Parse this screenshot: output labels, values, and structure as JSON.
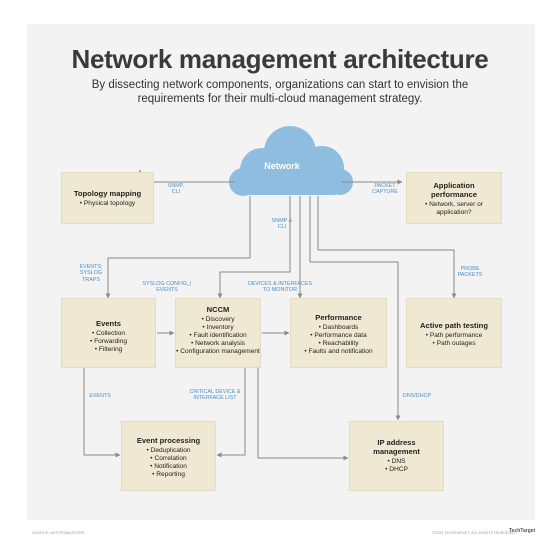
{
  "title": "Network management architecture",
  "subtitle": "By dissecting network components, organizations can start to envision the requirements for their multi-cloud management strategy.",
  "cloud": {
    "label": "Network"
  },
  "boxes": {
    "topology": {
      "title": "Topology mapping",
      "items": [
        "Physical topology"
      ]
    },
    "application": {
      "title": "Application performance",
      "items": [
        "Network, server or application?"
      ]
    },
    "events": {
      "title": "Events",
      "items": [
        "Collection",
        "Forwarding",
        "Filtering"
      ]
    },
    "nccm": {
      "title": "NCCM",
      "items": [
        "Discovery",
        "Inventory",
        "Fault identification",
        "Network analysis",
        "Configuration management"
      ]
    },
    "performance": {
      "title": "Performance",
      "items": [
        "Dashboards",
        "Performance data",
        "Reachability",
        "Faults and notification"
      ]
    },
    "active_path": {
      "title": "Active path testing",
      "items": [
        "Path performance",
        "Path outages"
      ]
    },
    "event_processing": {
      "title": "Event processing",
      "items": [
        "Deduplication",
        "Correlation",
        "Notification",
        "Reporting"
      ]
    },
    "ip_address": {
      "title": "IP address management",
      "items": [
        "DNS",
        "DHCP"
      ]
    }
  },
  "labels": {
    "snmp_cli": "SNMP, CLI",
    "packet_capture": "PACKET CAPTURE",
    "snmp_cli_center": "SNMP & CLI",
    "events_syslog": "EVENTS; SYSLOG TRAPS",
    "syslog_config": "SYSLOG CONFIG_I EVENTS",
    "devices_interfaces": "DEVICES & INTERFACES TO MONITOR",
    "probe_packets": "PROBE PACKETS",
    "events": "EVENTS",
    "critical_device": "CRITICAL DEVICE & INTERFACE LIST",
    "dns_dhcp": "DNS/DHCP"
  },
  "footer": {
    "source": "SOURCE: NETOPSMASTERS",
    "copyright": "©2023 TECHTARGET. ALL RIGHTS RESERVED",
    "logo": "TechTarget"
  },
  "colors": {
    "box": "#efe9d3",
    "cloud": "#8ebde0",
    "label": "#4a90c8",
    "line": "#8a8a8a"
  }
}
